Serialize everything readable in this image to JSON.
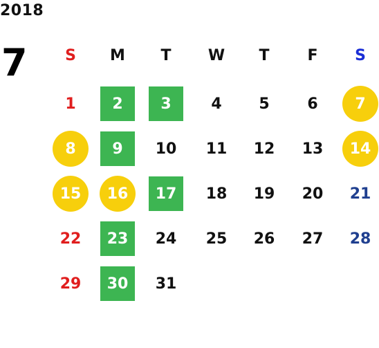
{
  "calendar": {
    "year": "2018",
    "month": "7",
    "colors": {
      "sunday": "#e01e1e",
      "saturday_header": "#1a2ed6",
      "saturday": "#1f3f8f",
      "weekday": "#111111",
      "highlight_green": "#3db552",
      "highlight_yellow": "#f7cf0c"
    },
    "weekdays": [
      "S",
      "M",
      "T",
      "W",
      "T",
      "F",
      "S"
    ],
    "weeks": [
      [
        "1",
        "2",
        "3",
        "4",
        "5",
        "6",
        "7"
      ],
      [
        "8",
        "9",
        "10",
        "11",
        "12",
        "13",
        "14"
      ],
      [
        "15",
        "16",
        "17",
        "18",
        "19",
        "20",
        "21"
      ],
      [
        "22",
        "23",
        "24",
        "25",
        "26",
        "27",
        "28"
      ],
      [
        "29",
        "30",
        "31",
        "",
        "",
        "",
        ""
      ]
    ],
    "highlights": {
      "green": [
        "2",
        "3",
        "9",
        "17",
        "23",
        "30"
      ],
      "yellow": [
        "7",
        "8",
        "14",
        "15",
        "16"
      ]
    }
  }
}
